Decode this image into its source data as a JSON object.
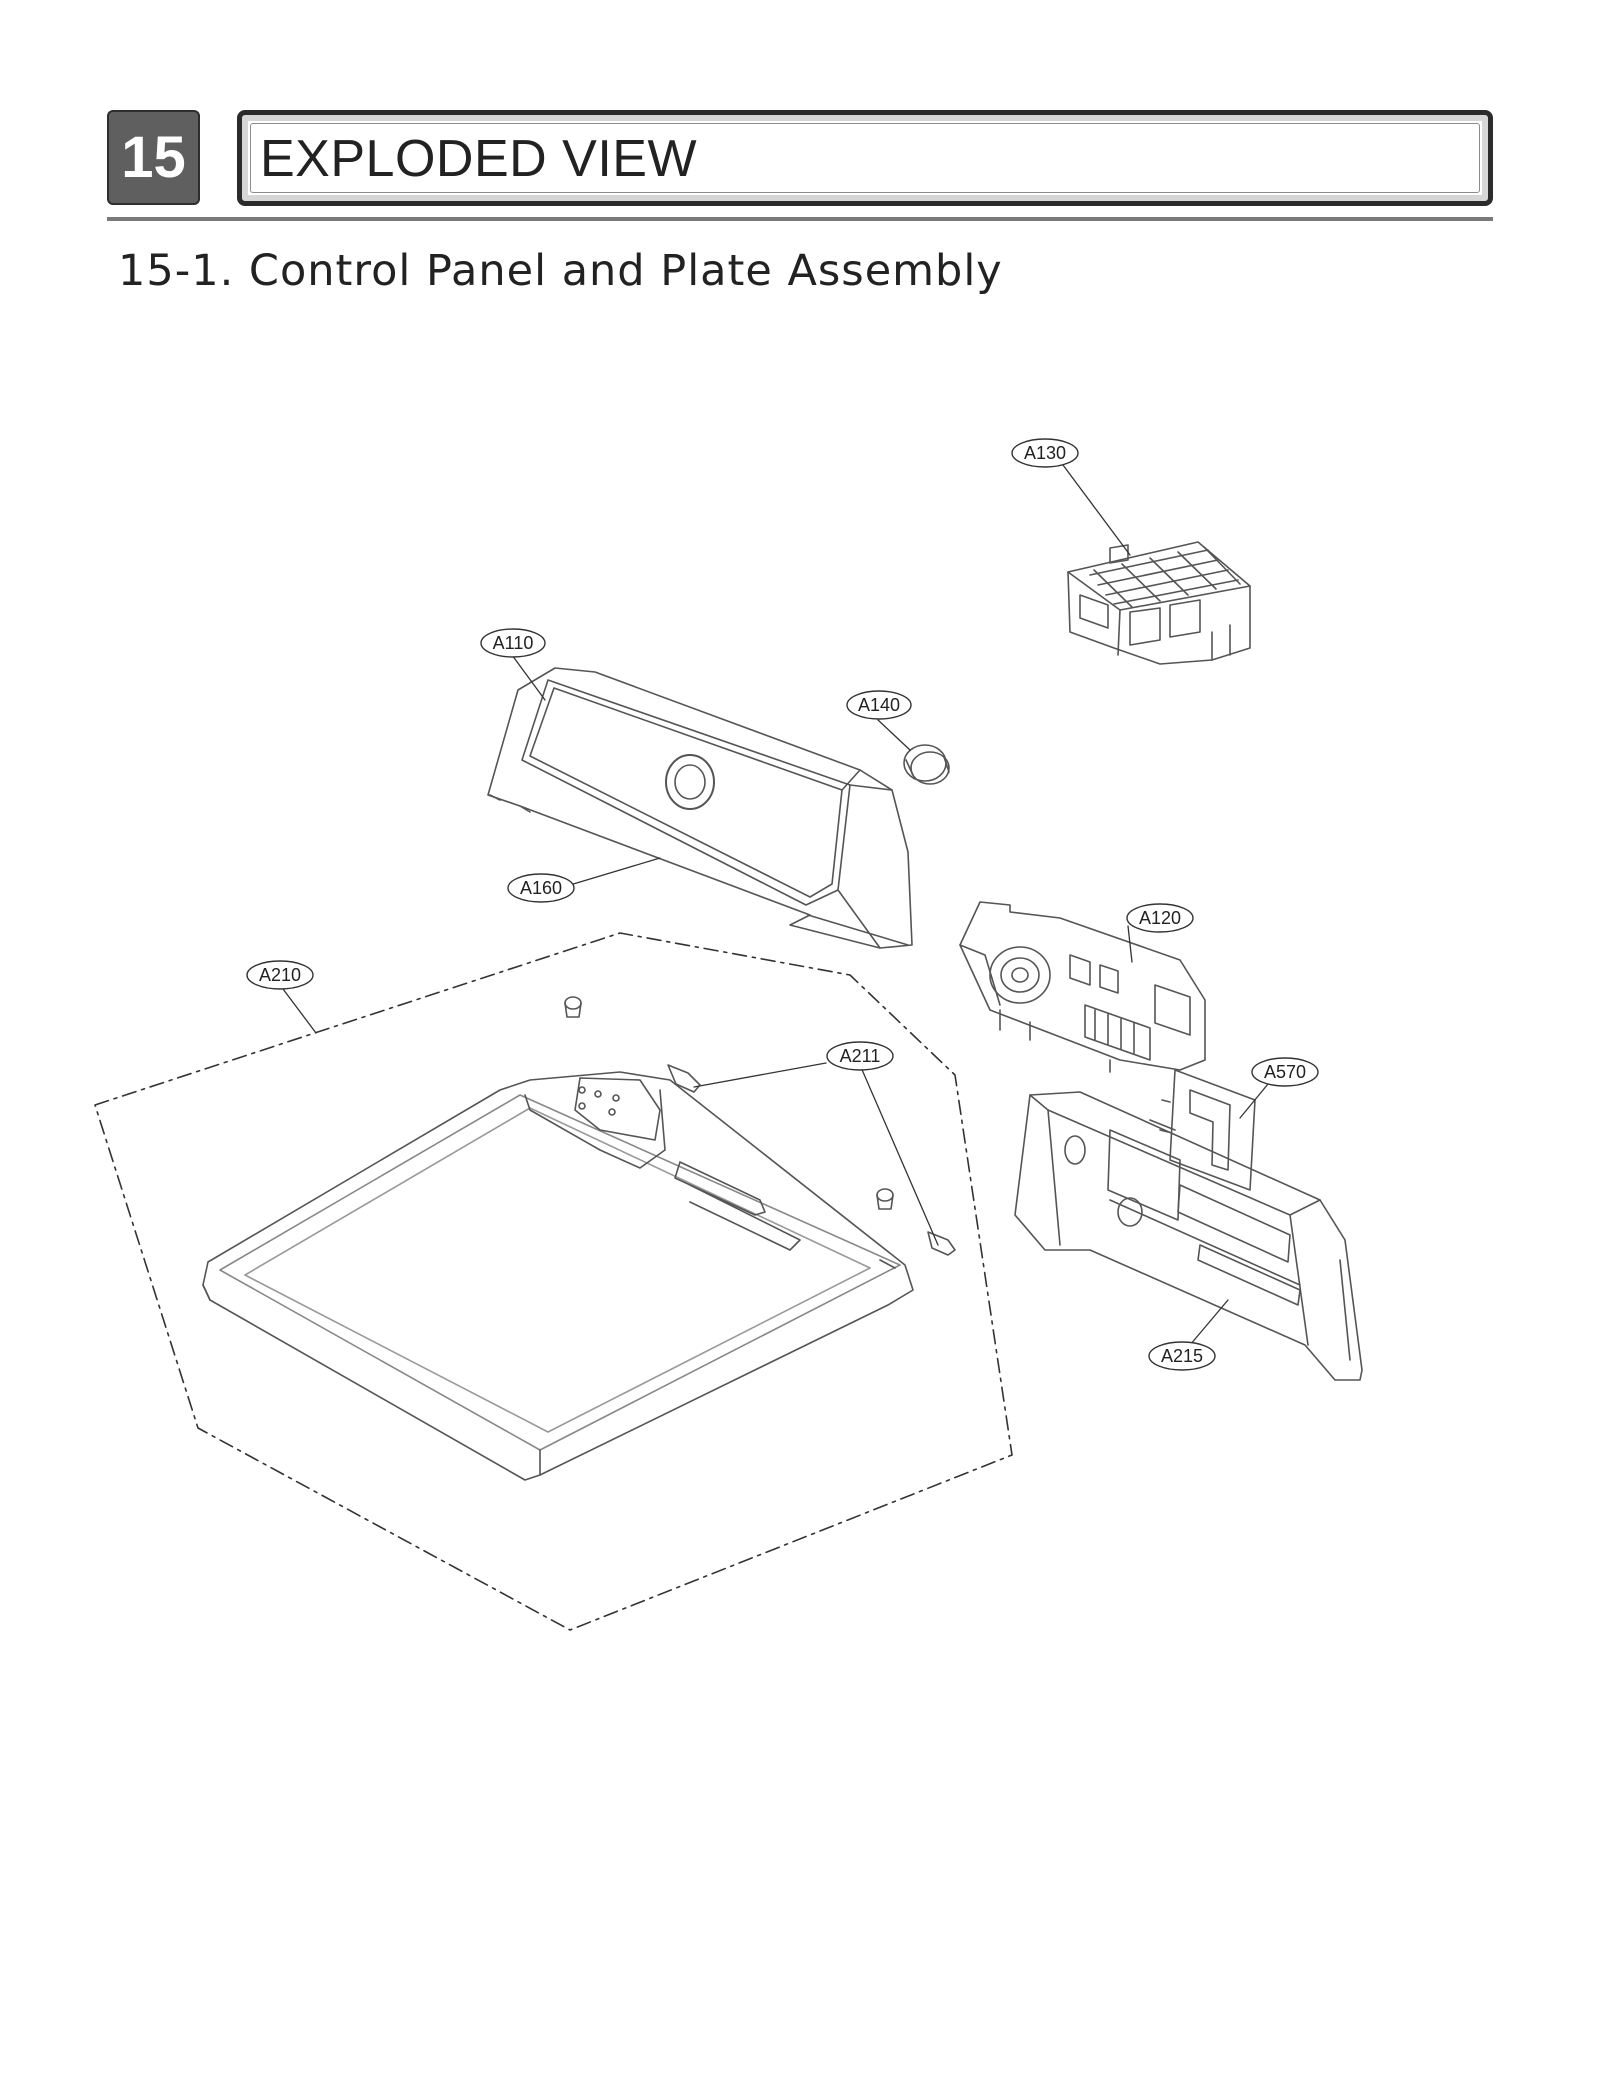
{
  "header": {
    "chapter_number": "15",
    "chapter_title": "EXPLODED VIEW",
    "section_title": "15-1. Control Panel and Plate Assembly"
  },
  "parts": {
    "a130": "A130",
    "a110": "A110",
    "a140": "A140",
    "a160": "A160",
    "a120": "A120",
    "a210": "A210",
    "a211": "A211",
    "a570": "A570",
    "a215": "A215"
  }
}
